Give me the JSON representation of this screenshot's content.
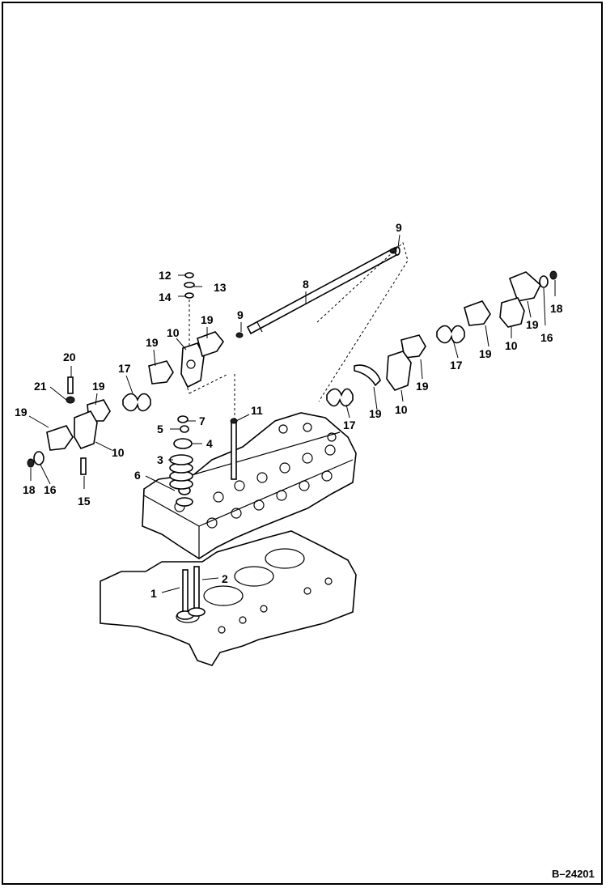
{
  "diagram": {
    "drawing_id": "B–24201",
    "callouts": {
      "c1": "1",
      "c2": "2",
      "c3": "3",
      "c4": "4",
      "c5": "5",
      "c6": "6",
      "c7": "7",
      "c8": "8",
      "c9a": "9",
      "c9b": "9",
      "c10a": "10",
      "c10b": "10",
      "c10c": "10",
      "c10d": "10",
      "c11": "11",
      "c12": "12",
      "c13": "13",
      "c14": "14",
      "c15": "15",
      "c16a": "16",
      "c16b": "16",
      "c17a": "17",
      "c17b": "17",
      "c17c": "17",
      "c18a": "18",
      "c18b": "18",
      "c19a": "19",
      "c19b": "19",
      "c19c": "19",
      "c19d": "19",
      "c19e": "19",
      "c19f": "19",
      "c19g": "19",
      "c19h": "19",
      "c20": "20",
      "c21": "21"
    }
  }
}
